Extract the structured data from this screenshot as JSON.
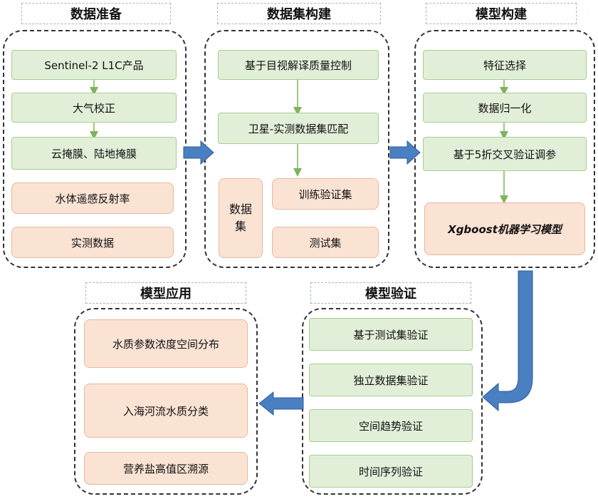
{
  "sections": {
    "data_prep": {
      "title": "数据准备",
      "items": [
        "Sentinel-2 L1C产品",
        "大气校正",
        "云掩膜、陆地掩膜",
        "水体遥感反射率",
        "实测数据"
      ]
    },
    "dataset": {
      "title": "数据集构建",
      "items": [
        "基于目视解译质量控制",
        "卫星-实测数据集匹配",
        "训练验证集",
        "测试集"
      ],
      "side_label": "数据集"
    },
    "model_build": {
      "title": "模型构建",
      "items": [
        "特征选择",
        "数据归一化",
        "基于5折交叉验证调参",
        "Xgboost机器学习模型"
      ]
    },
    "model_validate": {
      "title": "模型验证",
      "items": [
        "基于测试集验证",
        "独立数据集验证",
        "空间趋势验证",
        "时间序列验证"
      ]
    },
    "model_apply": {
      "title": "模型应用",
      "items": [
        "水质参数浓度空间分布",
        "入海河流水质分类",
        "营养盐高值区溯源"
      ]
    }
  },
  "colors": {
    "green_fill": "#e2efd8",
    "orange_fill": "#fbe3d4",
    "arrow_blue": "#4a7fc1",
    "connector_green": "#7fb35c"
  }
}
